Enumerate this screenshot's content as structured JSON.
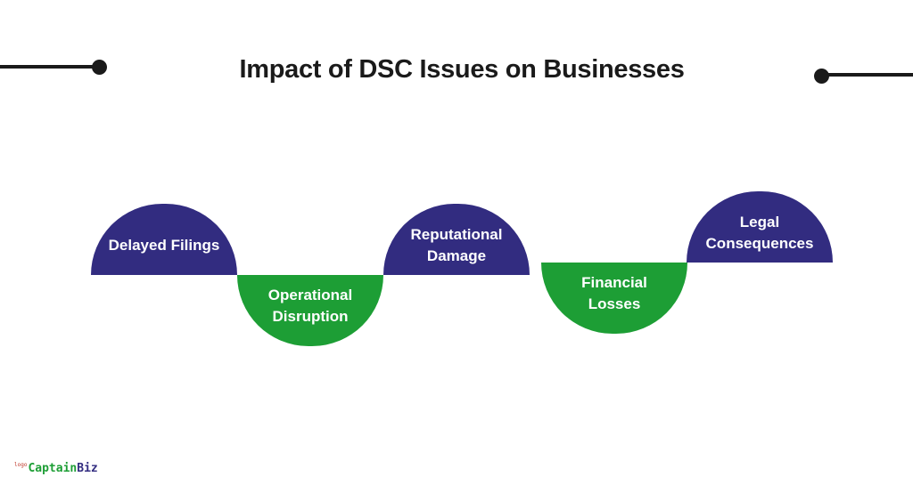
{
  "title": "Impact of DSC Issues on Businesses",
  "colors": {
    "primary": "#322c80",
    "secondary": "#1d9e35",
    "text": "#1a1a1a"
  },
  "steps": [
    {
      "label": "Delayed Filings",
      "color": "#322c80",
      "orientation": "up"
    },
    {
      "label": "Operational Disruption",
      "color": "#1d9e35",
      "orientation": "down"
    },
    {
      "label": "Reputational Damage",
      "color": "#322c80",
      "orientation": "up"
    },
    {
      "label": "Financial Losses",
      "color": "#1d9e35",
      "orientation": "down"
    },
    {
      "label": "Legal Consequences",
      "color": "#322c80",
      "orientation": "up"
    }
  ],
  "logo": {
    "prefix": "logo",
    "part1": "Captain",
    "part2": "Biz"
  }
}
